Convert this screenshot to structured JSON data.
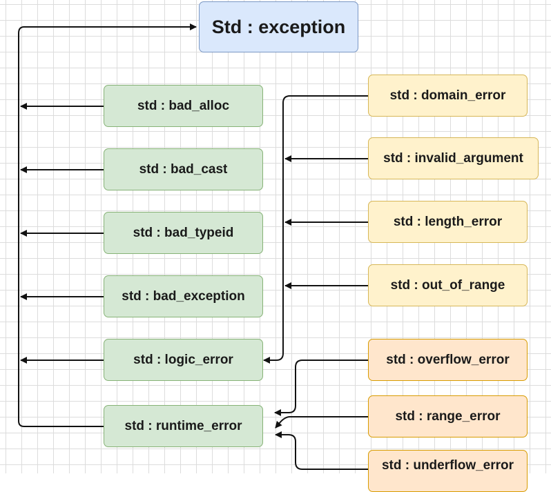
{
  "root": {
    "label": "Std : exception"
  },
  "left_classes": [
    {
      "label": "std : bad_alloc"
    },
    {
      "label": "std : bad_cast"
    },
    {
      "label": "std : bad_typeid"
    },
    {
      "label": "std : bad_exception"
    },
    {
      "label": "std : logic_error"
    },
    {
      "label": "std : runtime_error"
    }
  ],
  "logic_error_children": [
    {
      "label": "std : domain_error"
    },
    {
      "label": "std : invalid_argument"
    },
    {
      "label": "std : length_error"
    },
    {
      "label": "std : out_of_range"
    }
  ],
  "runtime_error_children": [
    {
      "label": "std : overflow_error"
    },
    {
      "label": "std : range_error"
    },
    {
      "label": "std : underflow_error"
    }
  ],
  "colors": {
    "root_fill": "#dae8fc",
    "std_fill": "#d5e8d4",
    "logic_fill": "#fff2cc",
    "runtime_fill": "#ffe6cc"
  }
}
